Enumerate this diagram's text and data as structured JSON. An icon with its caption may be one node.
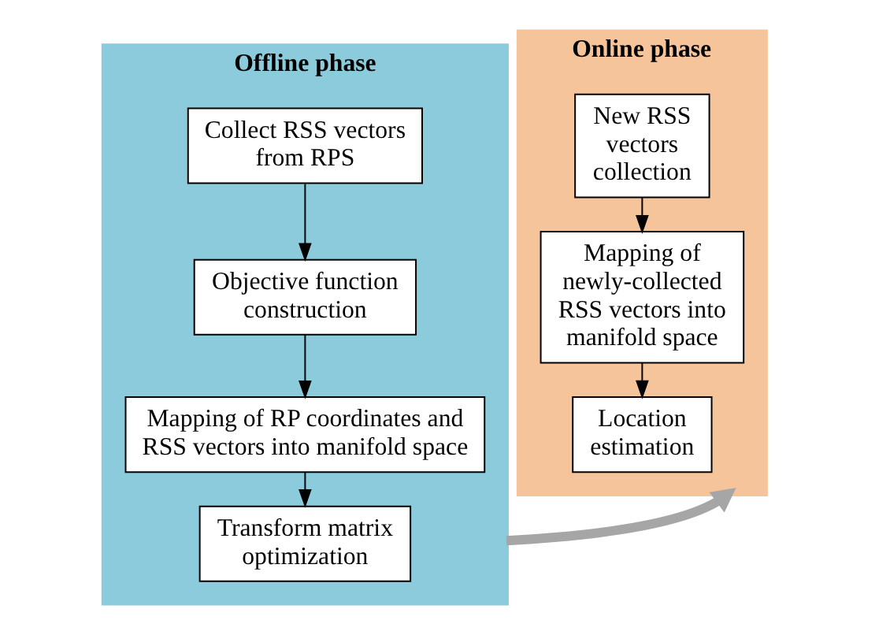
{
  "diagram": {
    "nodes": [
      {
        "text": [
          "Offline phase"
        ]
      },
      {
        "text": [
          "Collect RSS vectors from RPS"
        ],
        "in": 0
      },
      {
        "text": [
          "Objective function construction"
        ],
        "in": 0
      },
      {
        "text": [
          "Mapping of RP coordinates and RSS vectors into manifold space"
        ],
        "in": 0
      },
      {
        "text": [
          "Transform matrix optimization"
        ],
        "in": 0
      },
      {
        "text": [
          "Online phase"
        ]
      },
      {
        "text": [
          "New RSS vectors collection"
        ],
        "in": 5
      },
      {
        "text": [
          "Mapping of newly-collected RSS vectors into manifold space"
        ],
        "in": 5
      },
      {
        "text": [
          "Location estimation"
        ],
        "in": 5
      }
    ],
    "edges": [
      {
        "from": 1,
        "to": 2,
        "arrow": "to"
      },
      {
        "from": 2,
        "to": 3,
        "arrow": "to"
      },
      {
        "from": 3,
        "to": 4,
        "arrow": "to"
      },
      {
        "from": 6,
        "to": 7,
        "arrow": "to"
      },
      {
        "from": 7,
        "to": 8,
        "arrow": "to"
      },
      {
        "from": 0,
        "to": 5,
        "arrow": "to",
        "style": "thick",
        "color": "#a6a6a6"
      }
    ]
  }
}
